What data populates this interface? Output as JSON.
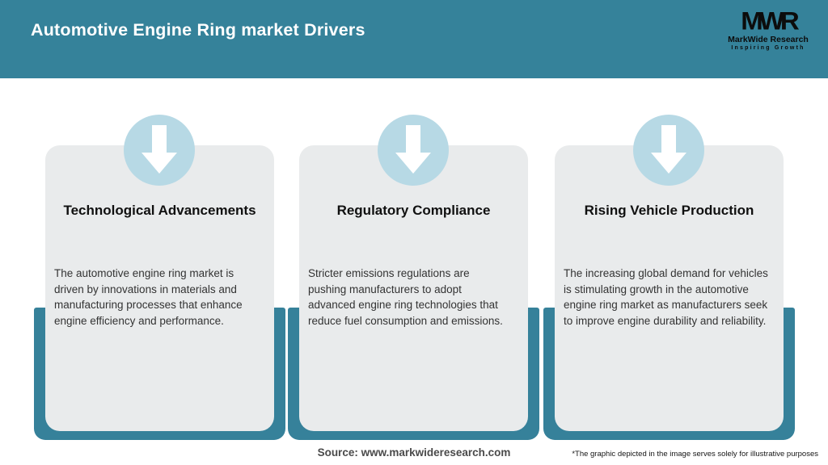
{
  "header": {
    "title": "Automotive Engine Ring market Drivers",
    "bg_color": "#35829a"
  },
  "logo": {
    "monogram": "MWR",
    "name": "MarkWide Research",
    "tagline": "Inspiring Growth"
  },
  "cards": [
    {
      "icon": "down-arrow-icon",
      "title": "Technological Advancements",
      "body": "The automotive engine ring market is\ndriven by innovations in materials and\nmanufacturing processes that enhance\nengine efficiency and performance."
    },
    {
      "icon": "down-arrow-icon",
      "title": "Regulatory Compliance",
      "body": "Stricter emissions regulations are\npushing manufacturers to adopt\nadvanced engine ring technologies that\nreduce fuel consumption and emissions."
    },
    {
      "icon": "down-arrow-icon",
      "title": "Rising Vehicle Production",
      "body": "The increasing global demand for vehicles\nis stimulating growth in the automotive\nengine ring market as manufacturers seek\nto improve engine durability and reliability."
    }
  ],
  "footer": {
    "source": "Source: www.markwideresearch.com",
    "disclaimer": "*The graphic depicted in the image serves solely for illustrative purposes"
  },
  "colors": {
    "header_teal": "#35829a",
    "card_shadow_teal": "#36819a",
    "card_gray": "#e9ebec",
    "circle_blue": "#b7d9e5",
    "title_text": "#101010",
    "body_text": "#333333"
  }
}
